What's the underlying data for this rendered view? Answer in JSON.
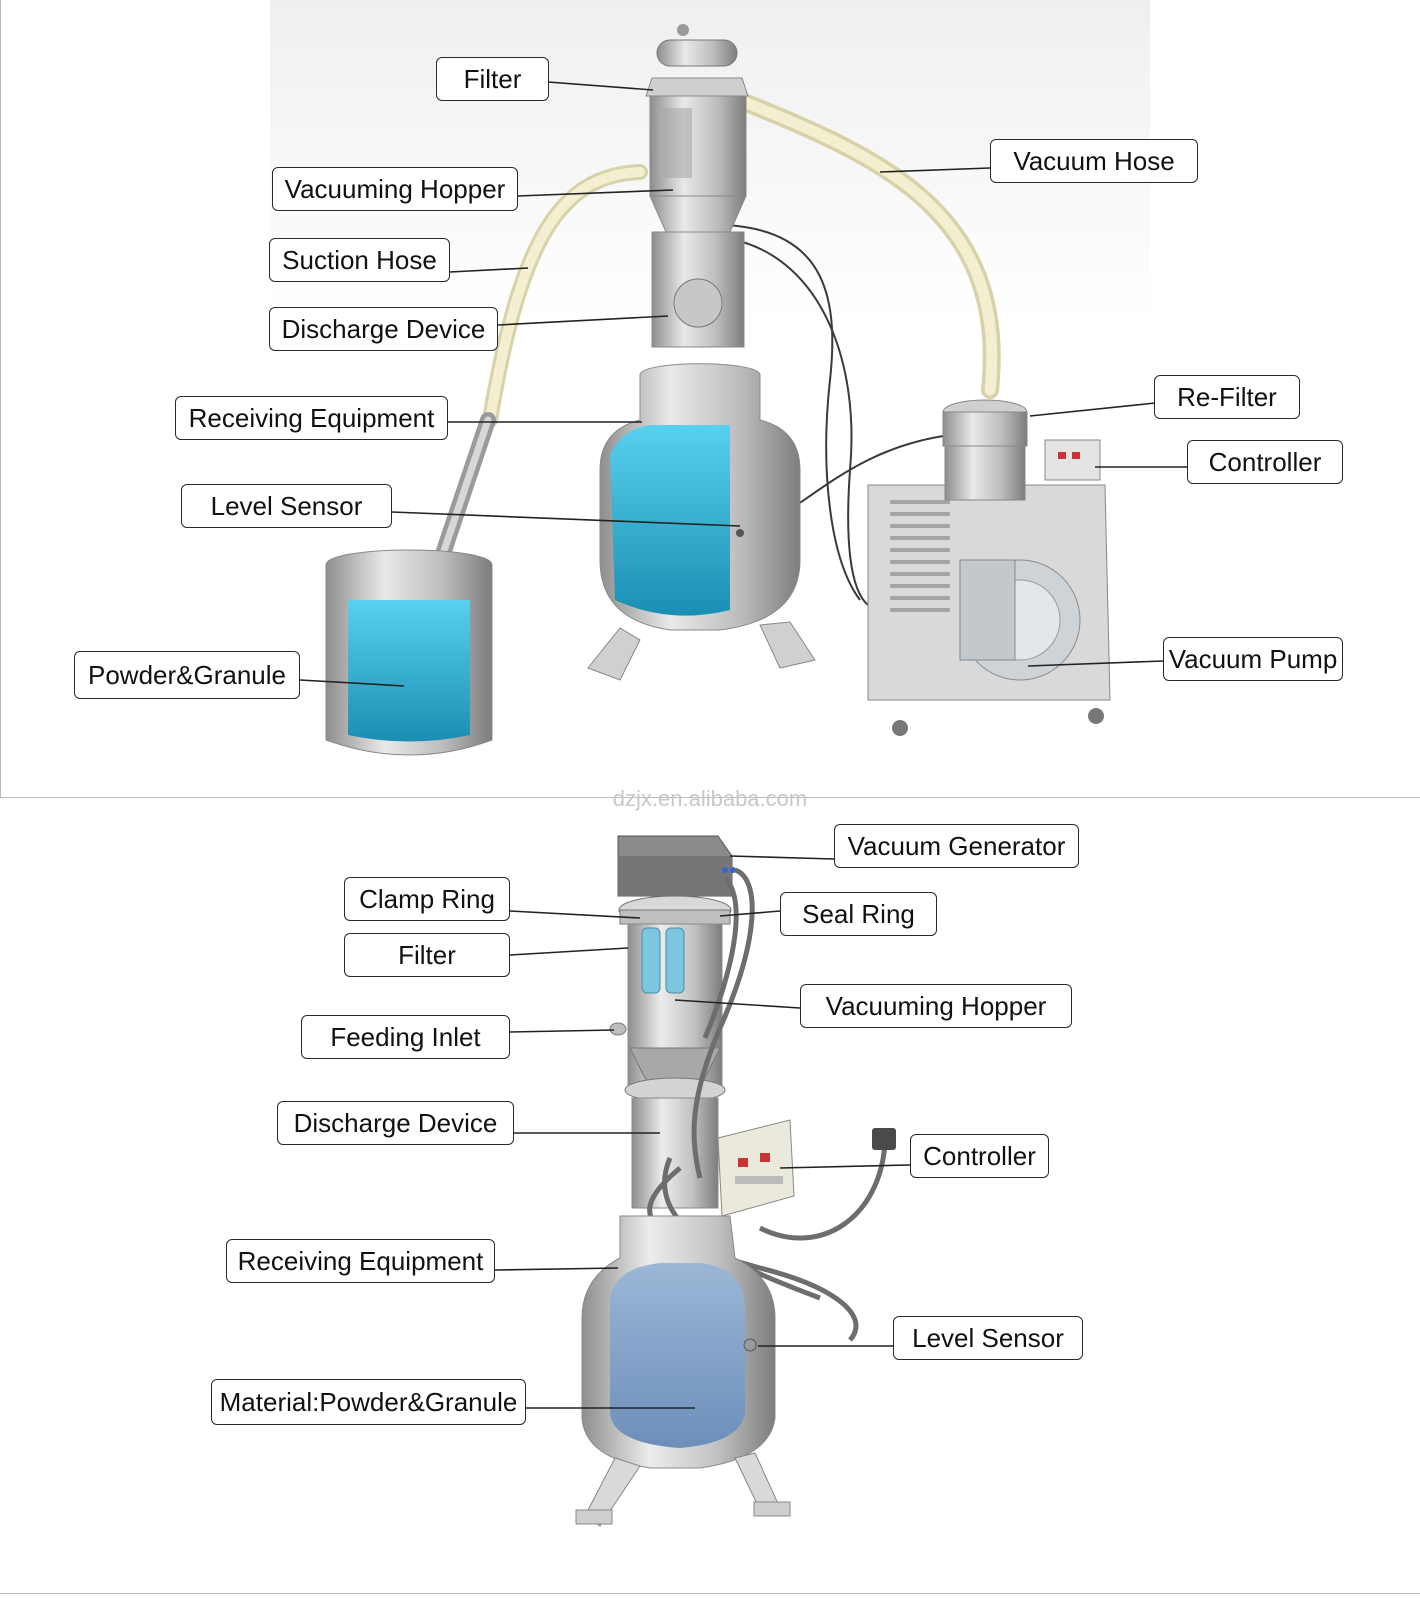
{
  "watermark": "dzjx.en.alibaba.com",
  "top_diagram": {
    "labels": {
      "filter": "Filter",
      "vacuum_hose": "Vacuum Hose",
      "vacuuming_hopper": "Vacuuming Hopper",
      "suction_hose": "Suction Hose",
      "discharge_device": "Discharge Device",
      "receiving_equipment": "Receiving Equipment",
      "re_filter": "Re-Filter",
      "controller": "Controller",
      "level_sensor": "Level Sensor",
      "powder_granule": "Powder&Granule",
      "vacuum_pump": "Vacuum Pump"
    }
  },
  "bottom_diagram": {
    "labels": {
      "vacuum_generator": "Vacuum Generator",
      "clamp_ring": "Clamp Ring",
      "seal_ring": "Seal Ring",
      "filter": "Filter",
      "vacuuming_hopper": "Vacuuming Hopper",
      "feeding_inlet": "Feeding Inlet",
      "discharge_device": "Discharge Device",
      "controller": "Controller",
      "receiving_equipment": "Receiving Equipment",
      "level_sensor": "Level Sensor",
      "material": "Material:Powder&Granule"
    }
  },
  "colors": {
    "steel_light": "#e6e6e6",
    "steel_mid": "#b8b8b8",
    "steel_dark": "#8a8a8a",
    "liquid_cyan": "#3fb8d8",
    "liquid_blue_grey": "#7f9fc4",
    "hose_cream": "#eee9c4",
    "label_border": "#2a2a2a"
  }
}
